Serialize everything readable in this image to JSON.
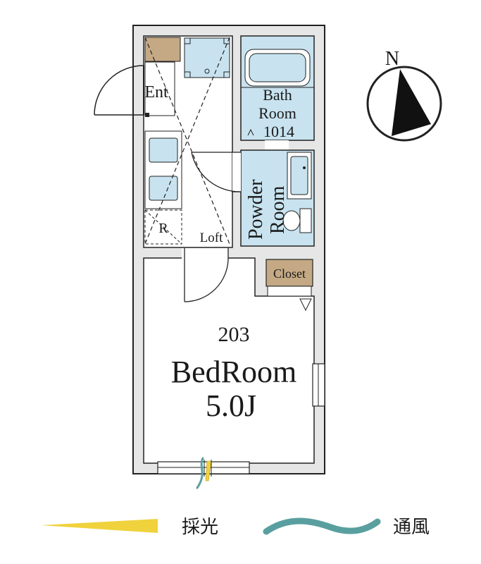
{
  "rooms": {
    "entrance": "Ent",
    "bath_line1": "Bath",
    "bath_line2": "Room",
    "bath_size": "1014",
    "powder_line1": "Powder",
    "powder_line2": "Room",
    "fridge": "R",
    "loft": "Loft",
    "closet": "Closet",
    "unit_number": "203",
    "bedroom": "BedRoom",
    "bedroom_size": "5.0J"
  },
  "compass": {
    "north": "N"
  },
  "legend": {
    "daylight": "採光",
    "ventilation": "通風"
  },
  "colors": {
    "wall": "#e6e6e6",
    "wet_area": "#c8e3ef",
    "storage": "#c4a984",
    "daylight": "#f0d23c",
    "ventilation": "#5a9fa0",
    "line": "#222222"
  }
}
